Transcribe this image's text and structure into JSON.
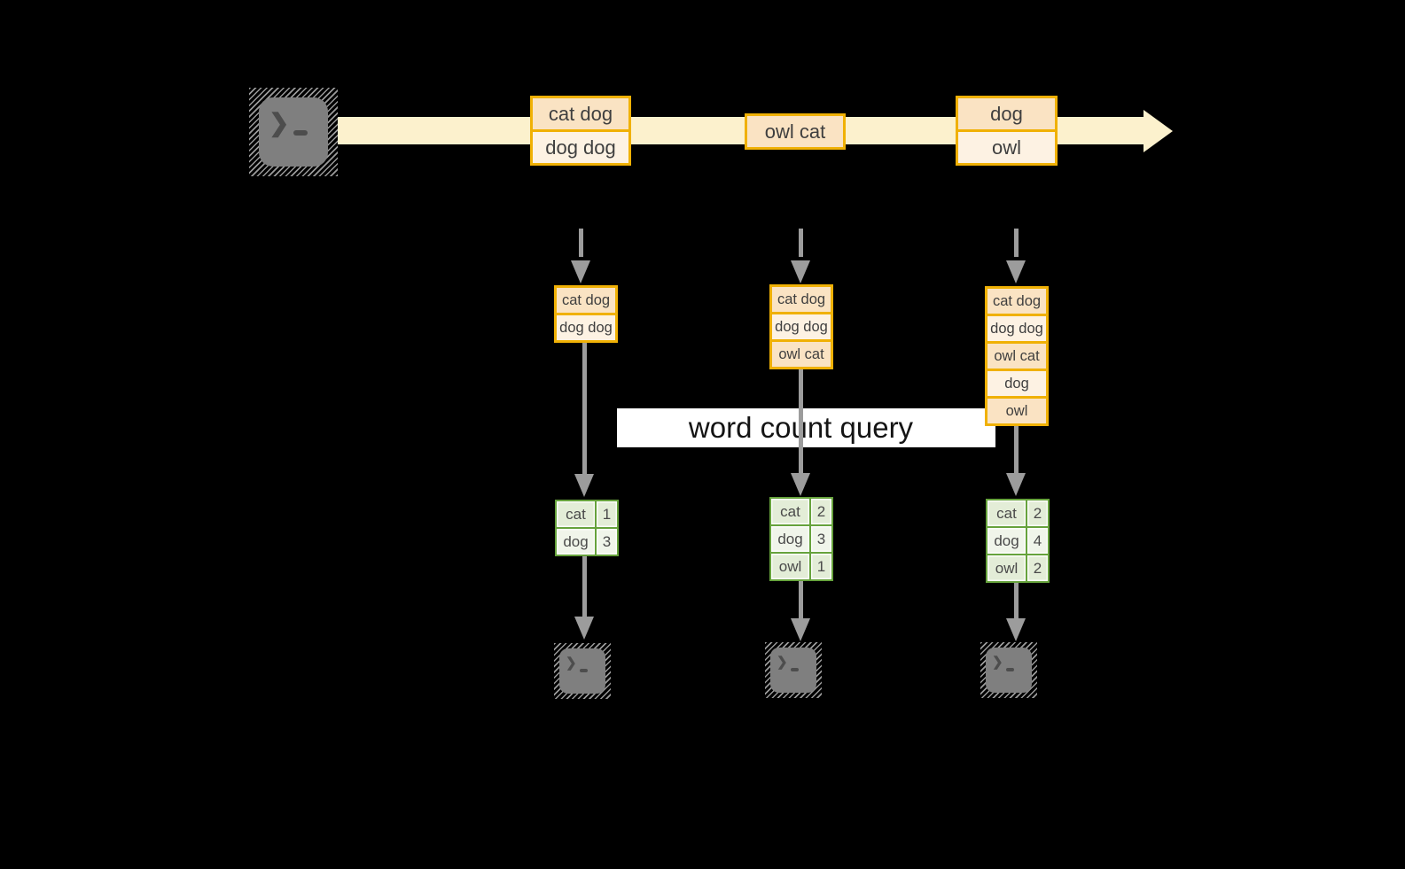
{
  "diagram": {
    "query_label": "word count query",
    "stream": {
      "source_icon": "terminal-icon",
      "events": [
        {
          "lines": [
            "cat dog",
            "dog dog"
          ]
        },
        {
          "lines": [
            "owl cat"
          ]
        },
        {
          "lines": [
            "dog",
            "owl"
          ]
        }
      ]
    },
    "batches": [
      {
        "rows": [
          "cat dog",
          "dog dog"
        ]
      },
      {
        "rows": [
          "cat dog",
          "dog dog",
          "owl cat"
        ]
      },
      {
        "rows": [
          "cat dog",
          "dog dog",
          "owl cat",
          "dog",
          "owl"
        ]
      }
    ],
    "counts": [
      {
        "rows": [
          [
            "cat",
            "1"
          ],
          [
            "dog",
            "3"
          ]
        ]
      },
      {
        "rows": [
          [
            "cat",
            "2"
          ],
          [
            "dog",
            "3"
          ],
          [
            "owl",
            "1"
          ]
        ]
      },
      {
        "rows": [
          [
            "cat",
            "2"
          ],
          [
            "dog",
            "4"
          ],
          [
            "owl",
            "2"
          ]
        ]
      }
    ],
    "colors": {
      "gold": "#f0b105",
      "peach": "#fae3c3",
      "peach_light": "#fdf2e3",
      "stream": "#fcf1cd",
      "green": "#66a23c",
      "green_cell": "#e3edd7",
      "green_cell_alt": "#f0f5ea",
      "arrow": "#9c9c9c",
      "terminal": "#7f7f7f",
      "label_bg": "#ffffff",
      "text_dark": "#3f3f3f"
    }
  }
}
